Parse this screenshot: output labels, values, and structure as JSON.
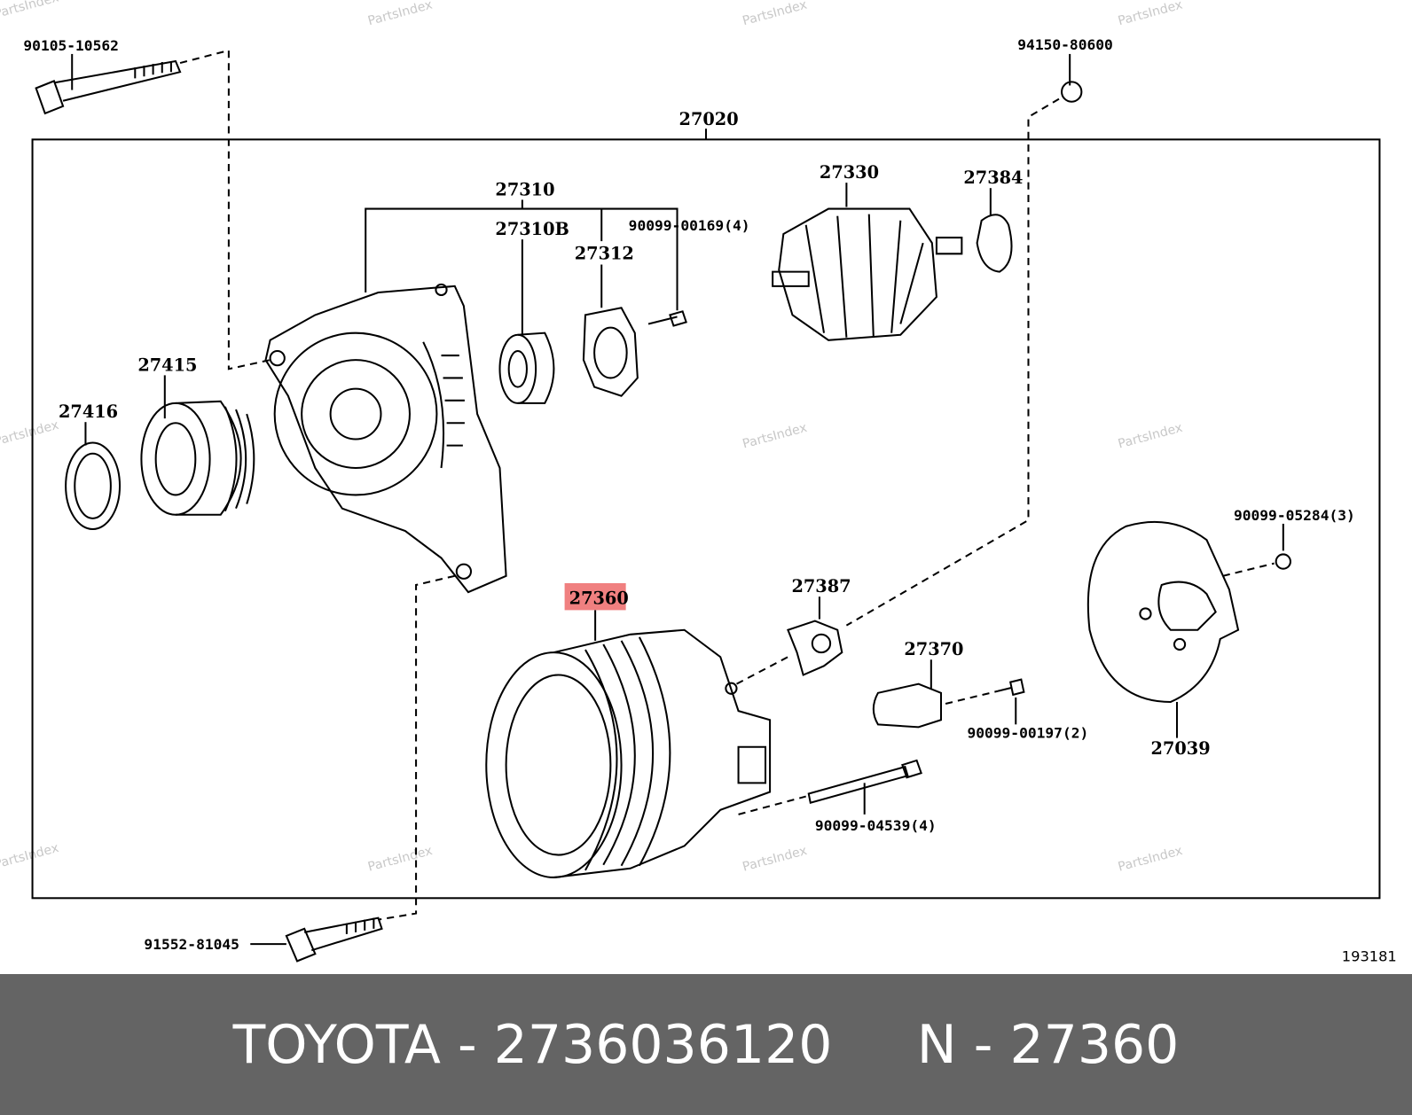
{
  "watermark": "PartsIndex",
  "diagram_number": "193181",
  "highlight_color": "#f08080",
  "labels": {
    "l27020": "27020",
    "l90105": "90105-10562",
    "l94150": "94150-80600",
    "l27310": "27310",
    "l27310B": "27310B",
    "l27312": "27312",
    "l90099_00169": "90099-00169(4)",
    "l27330": "27330",
    "l27384": "27384",
    "l27415": "27415",
    "l27416": "27416",
    "l27360": "27360",
    "l27387": "27387",
    "l27370": "27370",
    "l90099_00197": "90099-00197(2)",
    "l90099_05284": "90099-05284(3)",
    "l27039": "27039",
    "l90099_04539": "90099-04539(4)",
    "l91552": "91552-81045"
  },
  "footer": {
    "brand": "TOYOTA",
    "sep1": " - ",
    "part_number": "2736036120",
    "gap": "     ",
    "ref_prefix": "N",
    "sep2": " - ",
    "ref_number": "27360"
  }
}
